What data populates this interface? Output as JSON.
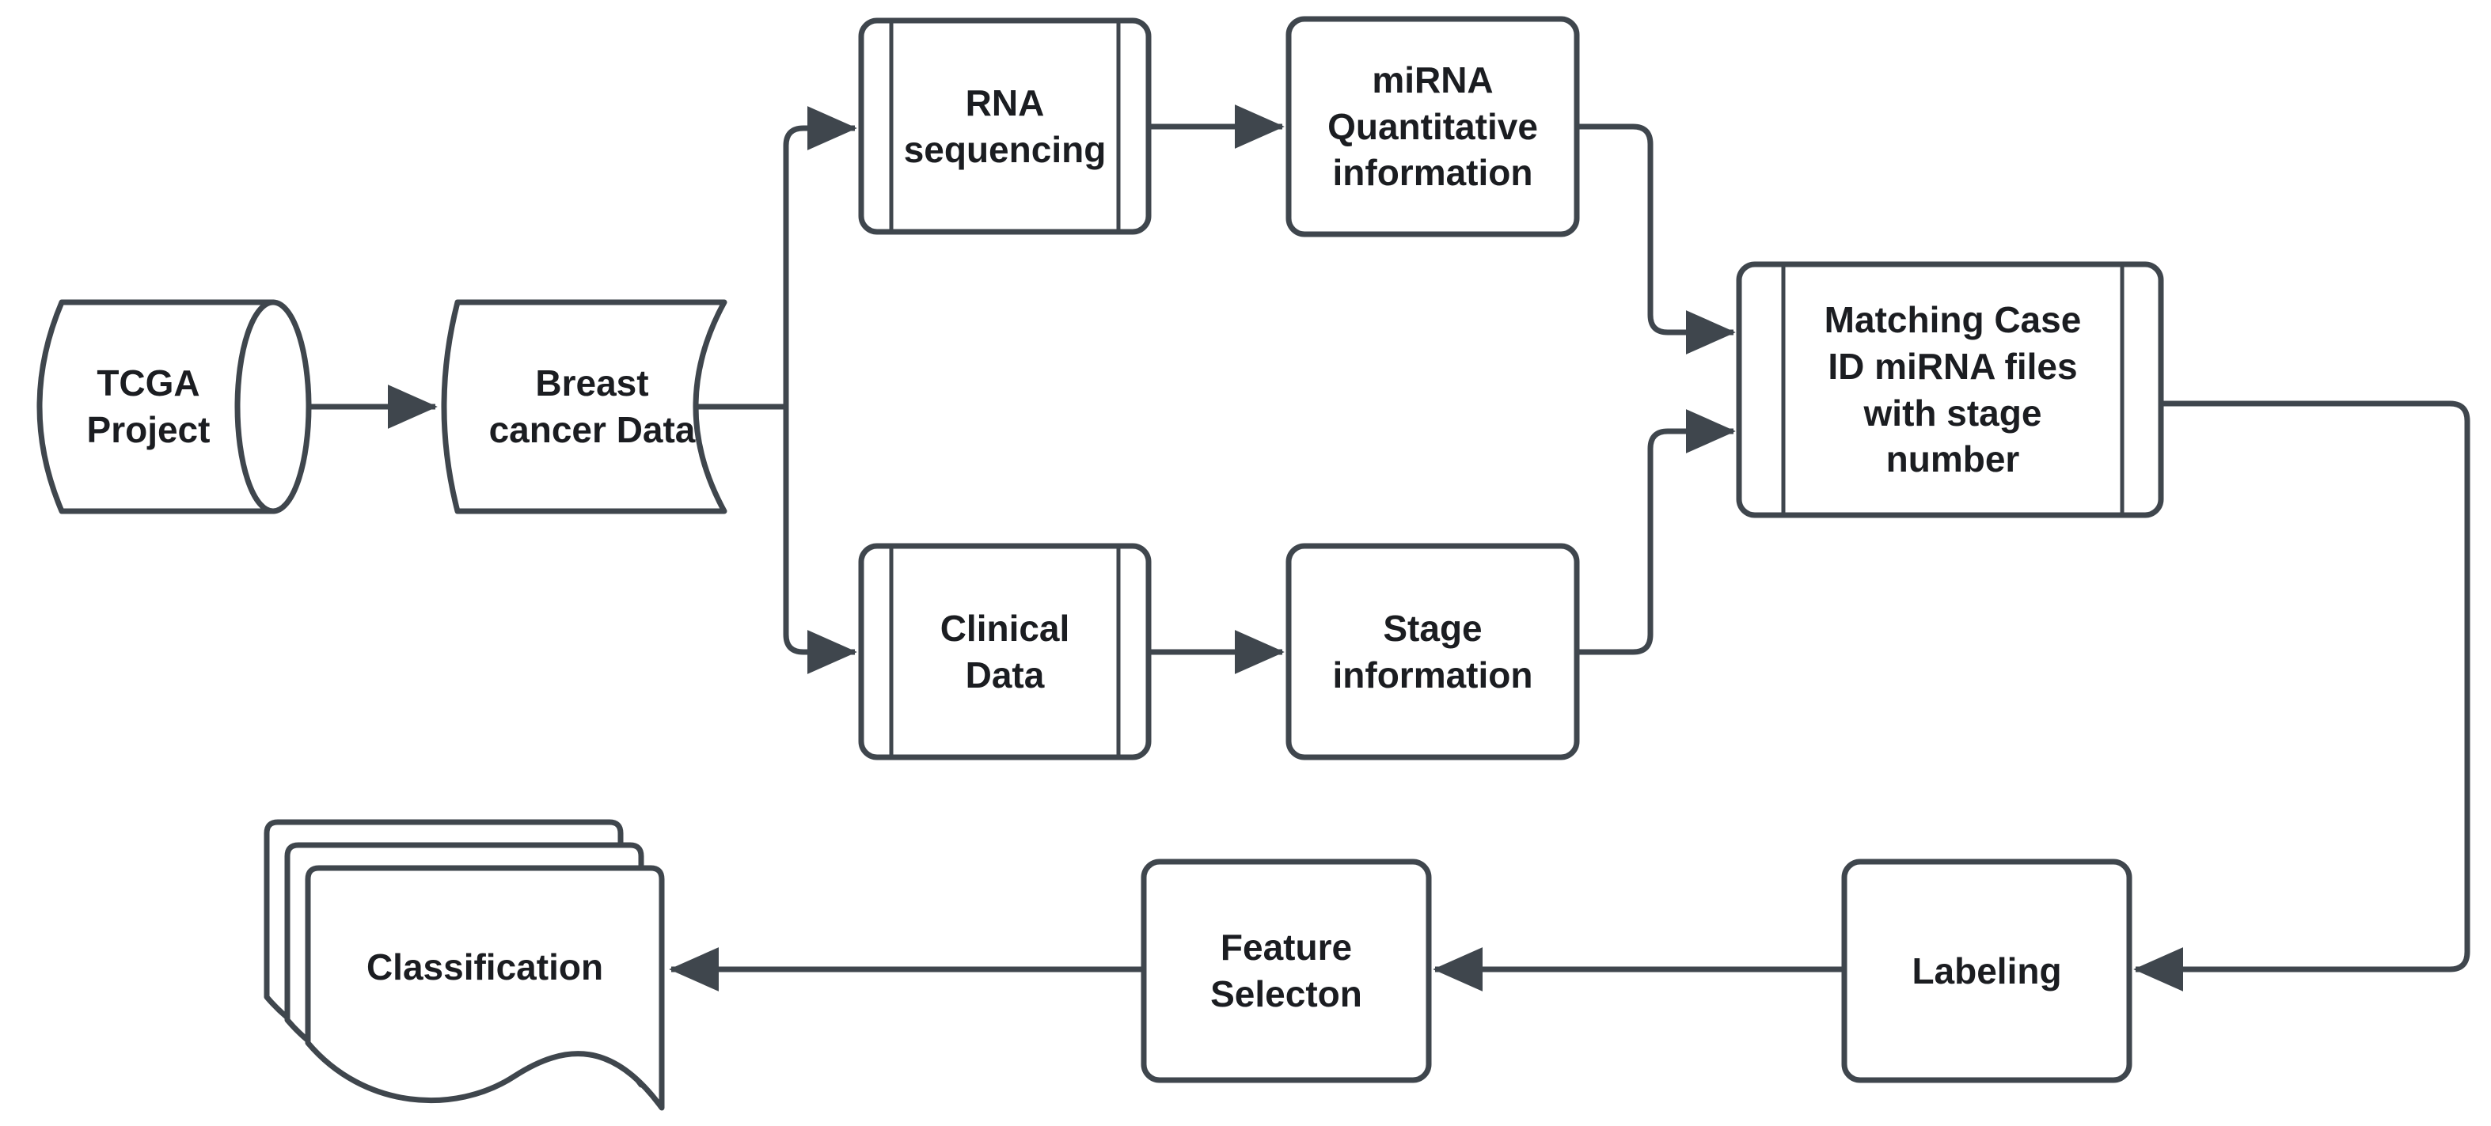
{
  "title": "TCGA breast cancer miRNA classification workflow flowchart",
  "colors": {
    "background": "#ffffff",
    "shape_fill": "#ffffff",
    "stroke": "#3f464d",
    "text": "#1b1d21"
  },
  "nodes": {
    "tcga": {
      "label": "TCGA\nProject",
      "shape": "cylinder-database"
    },
    "breast": {
      "label": "Breast\ncancer Data",
      "shape": "stored-data"
    },
    "rna": {
      "label": "RNA\nsequencing",
      "shape": "predefined-process"
    },
    "mirna": {
      "label": "miRNA\nQuantitative\ninformation",
      "shape": "process"
    },
    "clinical": {
      "label": "Clinical\nData",
      "shape": "predefined-process"
    },
    "stage": {
      "label": "Stage\ninformation",
      "shape": "process"
    },
    "matching": {
      "label": "Matching Case\nID miRNA files\nwith stage\nnumber",
      "shape": "predefined-process"
    },
    "labeling": {
      "label": "Labeling",
      "shape": "process"
    },
    "feature": {
      "label": "Feature\nSelecton",
      "shape": "process"
    },
    "classification": {
      "label": "Classification",
      "shape": "multi-document"
    }
  },
  "edges": [
    {
      "from": "TCGA Project",
      "to": "Breast cancer Data"
    },
    {
      "from": "Breast cancer Data",
      "to": "RNA sequencing"
    },
    {
      "from": "Breast cancer Data",
      "to": "Clinical Data"
    },
    {
      "from": "RNA sequencing",
      "to": "miRNA Quantitative information"
    },
    {
      "from": "Clinical Data",
      "to": "Stage information"
    },
    {
      "from": "miRNA Quantitative information",
      "to": "Matching Case ID miRNA files with stage number"
    },
    {
      "from": "Stage information",
      "to": "Matching Case ID miRNA files with stage number"
    },
    {
      "from": "Matching Case ID miRNA files with stage number",
      "to": "Labeling"
    },
    {
      "from": "Labeling",
      "to": "Feature Selecton"
    },
    {
      "from": "Feature Selecton",
      "to": "Classification"
    }
  ]
}
